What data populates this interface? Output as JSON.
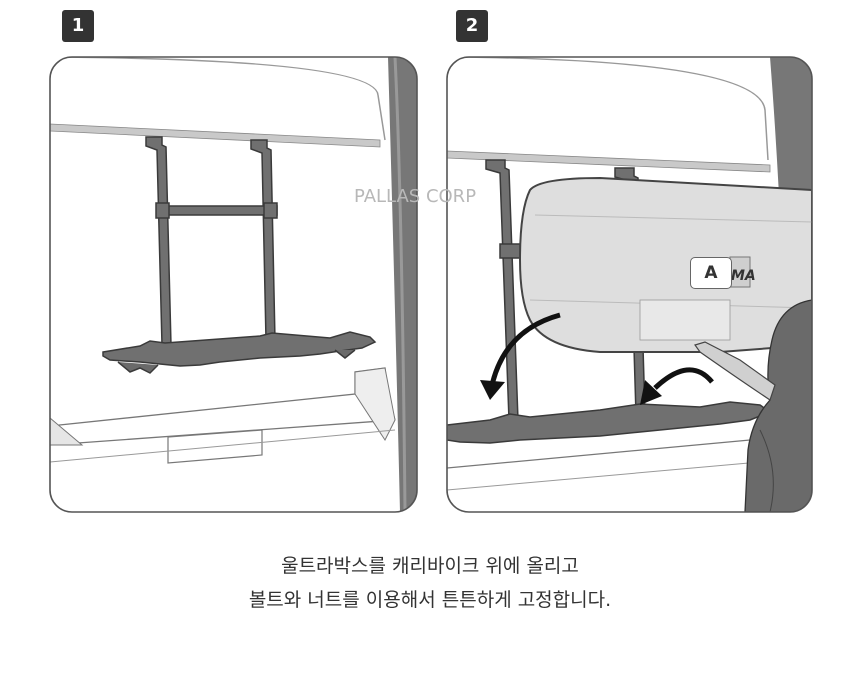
{
  "steps": [
    {
      "number": "1"
    },
    {
      "number": "2"
    }
  ],
  "watermark": "PALLAS CORP",
  "callout_label": "A",
  "logo_text": "MA",
  "caption": {
    "line1": "울트라박스를 캐리바이크 위에 올리고",
    "line2": "볼트와 너트를 이용해서 튼튼하게 고정합니다."
  },
  "colors": {
    "badge": "#333333",
    "rack": "#6e6e6e",
    "outline": "#444444"
  }
}
